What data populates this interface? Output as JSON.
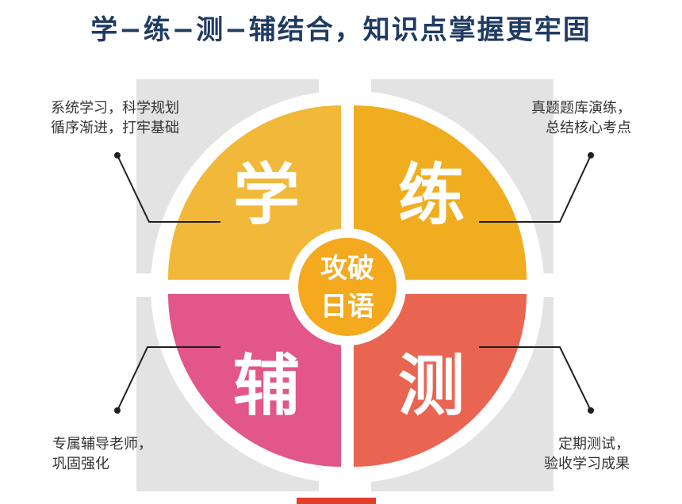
{
  "title": "学−练−测−辅结合，知识点掌握更牢固",
  "center": {
    "line1": "攻破",
    "line2": "日语"
  },
  "quadrants": [
    {
      "key": "learn",
      "char": "学",
      "color": "#f2b83a"
    },
    {
      "key": "practice",
      "char": "练",
      "color": "#f0ad1f"
    },
    {
      "key": "tutor",
      "char": "辅",
      "color": "#e2568a"
    },
    {
      "key": "test",
      "char": "测",
      "color": "#ea6452"
    }
  ],
  "callouts": {
    "learn": [
      "系统学习，科学规划",
      "循序渐进，打牢基础"
    ],
    "practice": [
      "真题题库演练，",
      "总结核心考点"
    ],
    "tutor": [
      "专属辅导老师，",
      "巩固强化"
    ],
    "test": [
      "定期测试，",
      "验收学习成果"
    ]
  },
  "colors": {
    "title": "#1f3b63",
    "center_fill": "#f4a91e",
    "center_ring": "#ffffff",
    "background_square": "#e3e3e3",
    "accent_tab": "#e0402e"
  }
}
